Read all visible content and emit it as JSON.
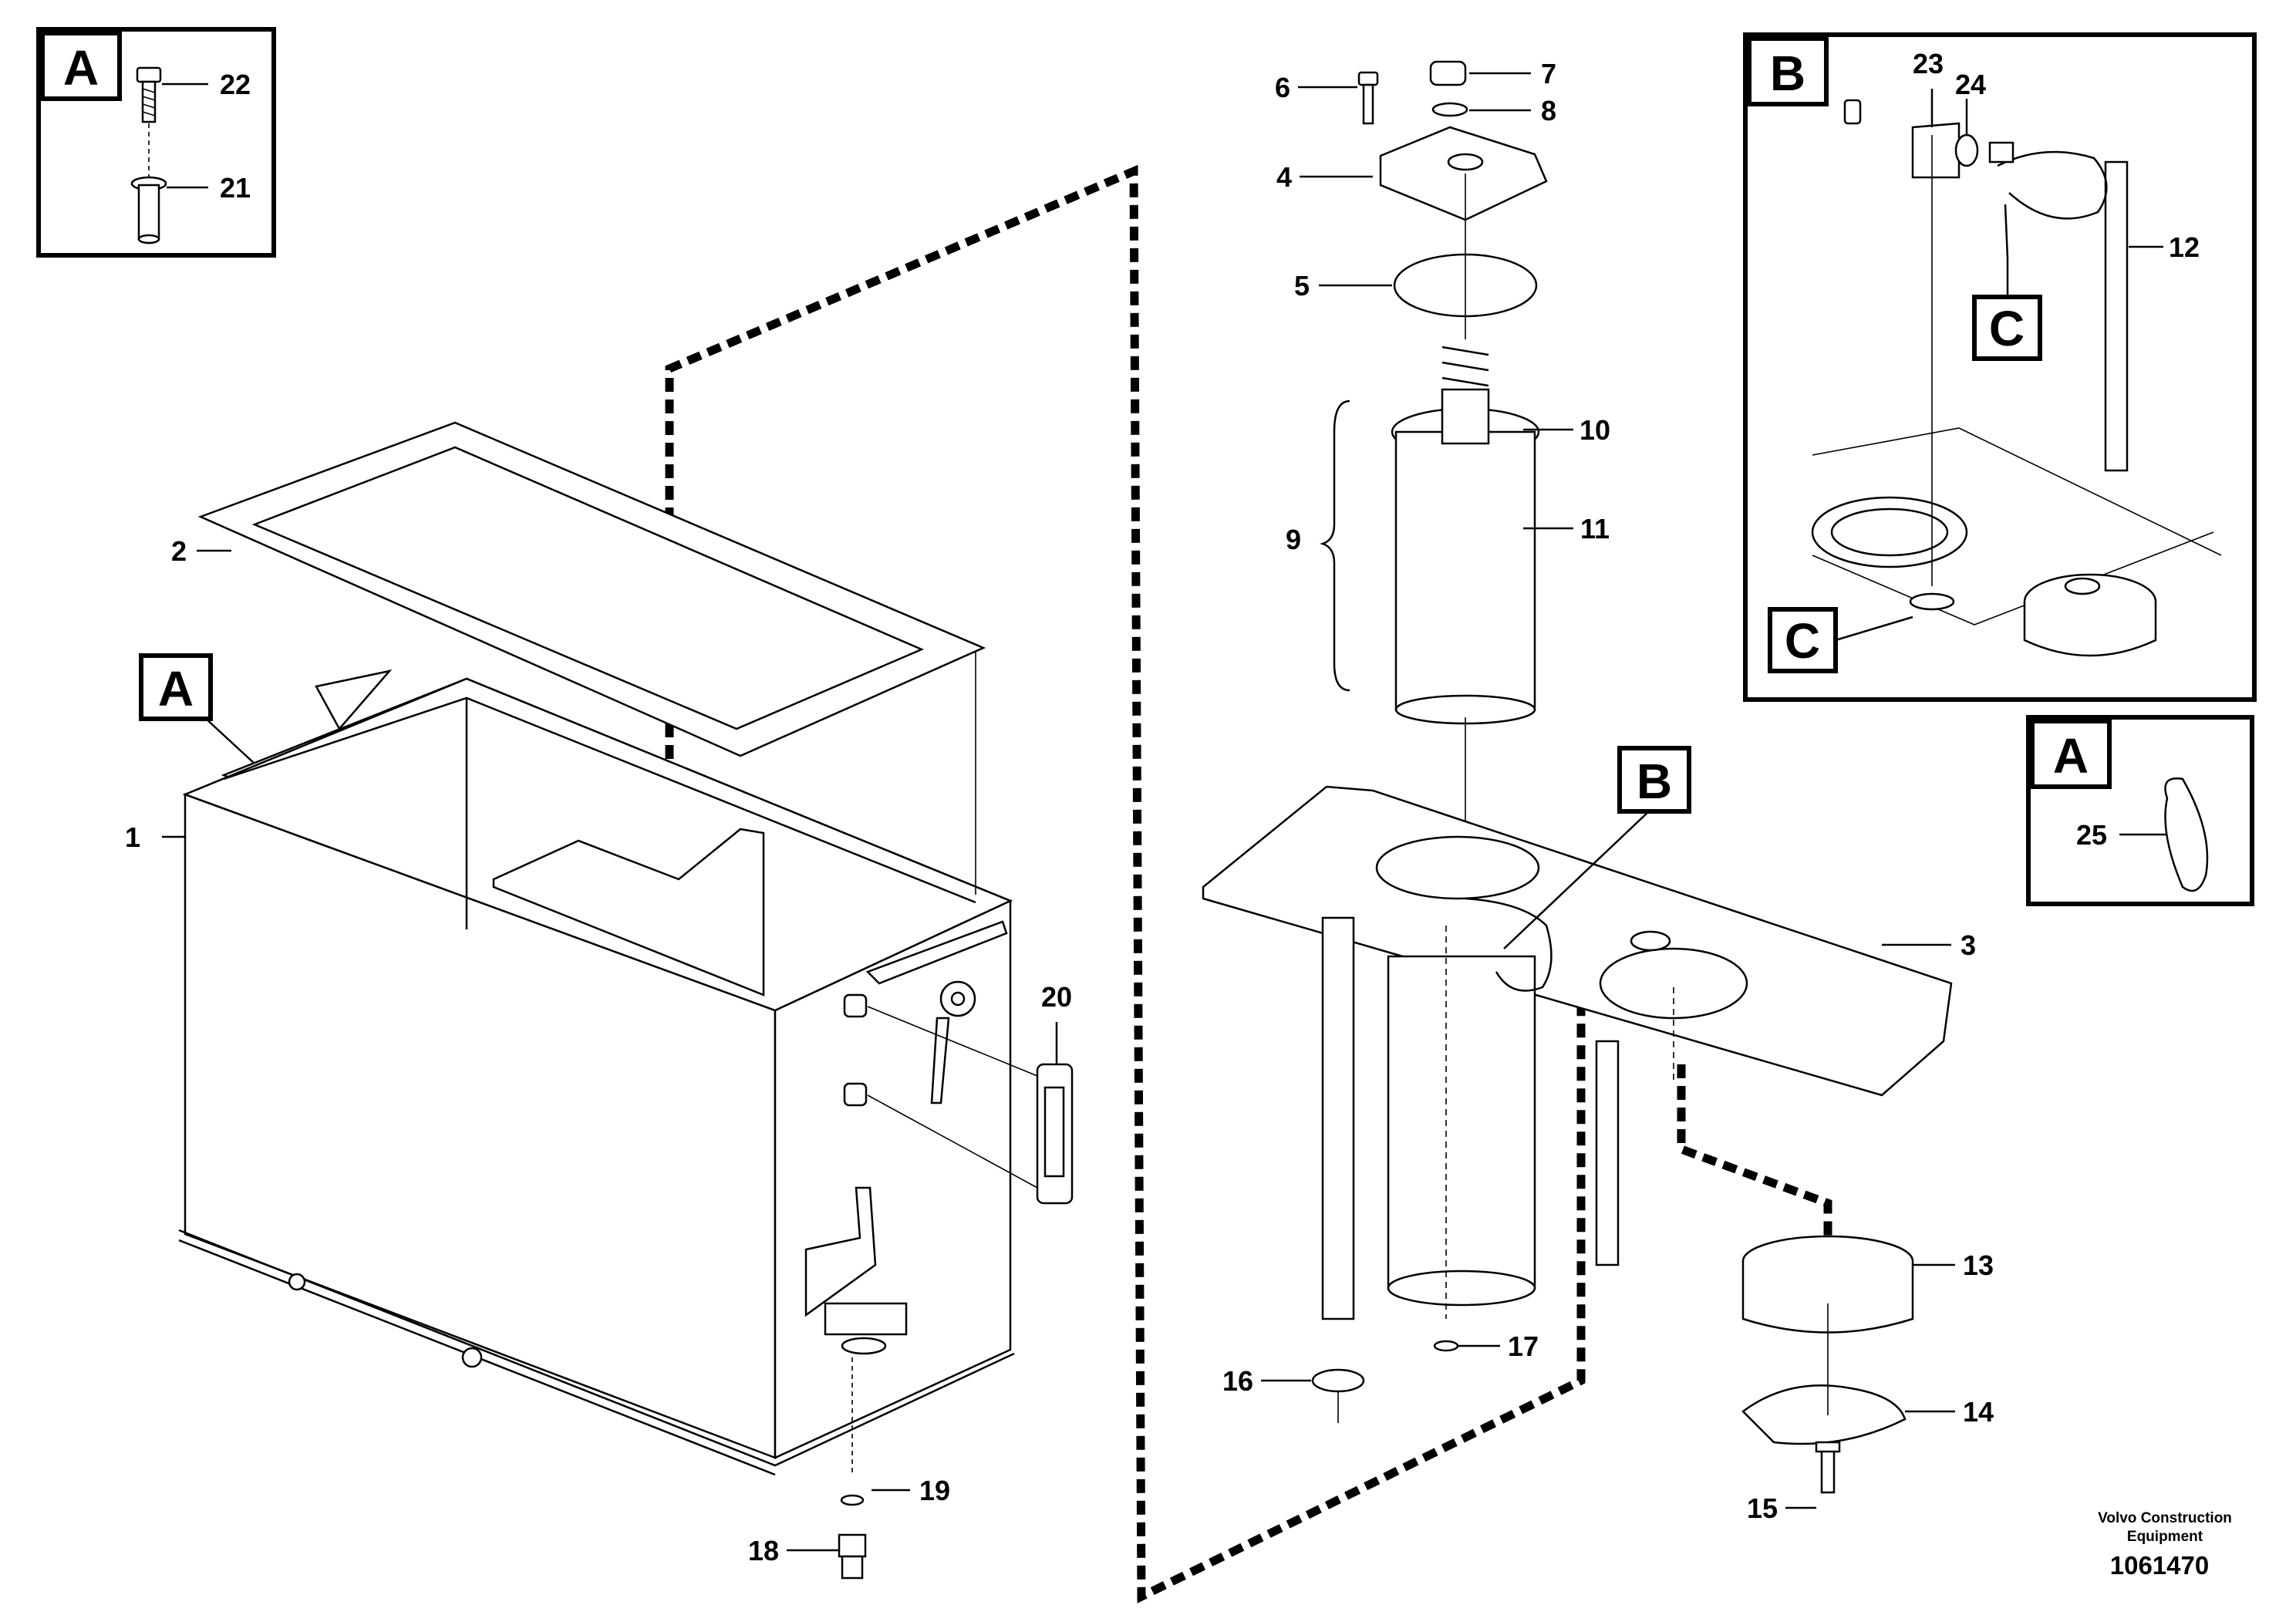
{
  "credit": {
    "line1": "Volvo Construction",
    "line2": "Equipment",
    "doc_number": "1061470"
  },
  "detail_boxes": {
    "a_top": "A",
    "b": "B",
    "a_right": "A"
  },
  "reference_labels": {
    "a_on_tank": "A",
    "b_on_plate": "B",
    "c_on_hose": "C",
    "c_on_fitting": "C"
  },
  "callouts": [
    "1",
    "2",
    "3",
    "4",
    "5",
    "6",
    "7",
    "8",
    "9",
    "10",
    "11",
    "12",
    "13",
    "14",
    "15",
    "16",
    "17",
    "18",
    "19",
    "20",
    "21",
    "22",
    "23",
    "24",
    "25"
  ]
}
